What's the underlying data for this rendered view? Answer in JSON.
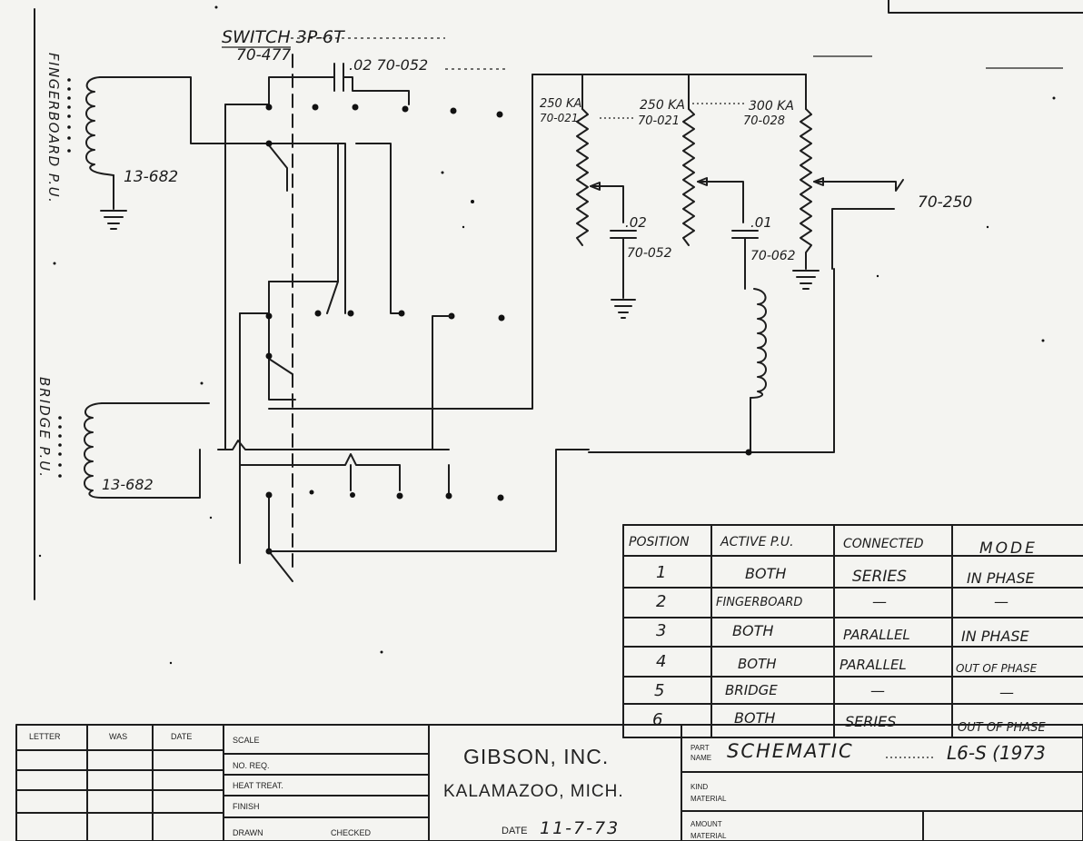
{
  "switch": {
    "label": "SWITCH 3P-6T",
    "part": "70-477",
    "cap_label": ".02 70-052"
  },
  "pickups": {
    "fingerboard": {
      "name": "FINGERBOARD P.U.",
      "part": "13-682"
    },
    "bridge": {
      "name": "BRIDGE P.U.",
      "part": "13-682"
    }
  },
  "pots": [
    {
      "value": "250 KA",
      "part": "70-021"
    },
    {
      "value": "250 KA",
      "part": "70-021"
    },
    {
      "value": "300 KA",
      "part": "70-028"
    }
  ],
  "caps": [
    {
      "value": ".02",
      "part": "70-052"
    },
    {
      "value": ".01",
      "part": "70-062"
    }
  ],
  "jack": {
    "part": "70-250"
  },
  "position_table": {
    "headers": [
      "POSITION",
      "ACTIVE P.U.",
      "CONNECTED",
      "MODE"
    ],
    "rows": [
      [
        "1",
        "BOTH",
        "SERIES",
        "IN PHASE"
      ],
      [
        "2",
        "FINGERBOARD",
        "—",
        "—"
      ],
      [
        "3",
        "BOTH",
        "PARALLEL",
        "IN PHASE"
      ],
      [
        "4",
        "BOTH",
        "PARALLEL",
        "OUT OF PHASE"
      ],
      [
        "5",
        "BRIDGE",
        "—",
        "—"
      ],
      [
        "6",
        "BOTH",
        "SERIES",
        "OUT OF PHASE"
      ]
    ]
  },
  "title_block": {
    "revision_headers": [
      "LETTER",
      "WAS",
      "DATE"
    ],
    "scale_label": "SCALE",
    "no_req_label": "NO. REQ.",
    "heat_treat_label": "HEAT TREAT.",
    "finish_label": "FINISH",
    "drawn_label": "DRAWN",
    "checked_label": "CHECKED",
    "company": "GIBSON, INC.",
    "city": "KALAMAZOO, MICH.",
    "date_label": "DATE",
    "date": "11-7-73",
    "part_name_label_1": "PART",
    "part_name_label_2": "NAME",
    "part_name": "SCHEMATIC",
    "part_model": "L6-S (1973",
    "kind_label_1": "KIND",
    "kind_label_2": "MATERIAL",
    "amount_label_1": "AMOUNT",
    "amount_label_2": "MATERIAL"
  }
}
